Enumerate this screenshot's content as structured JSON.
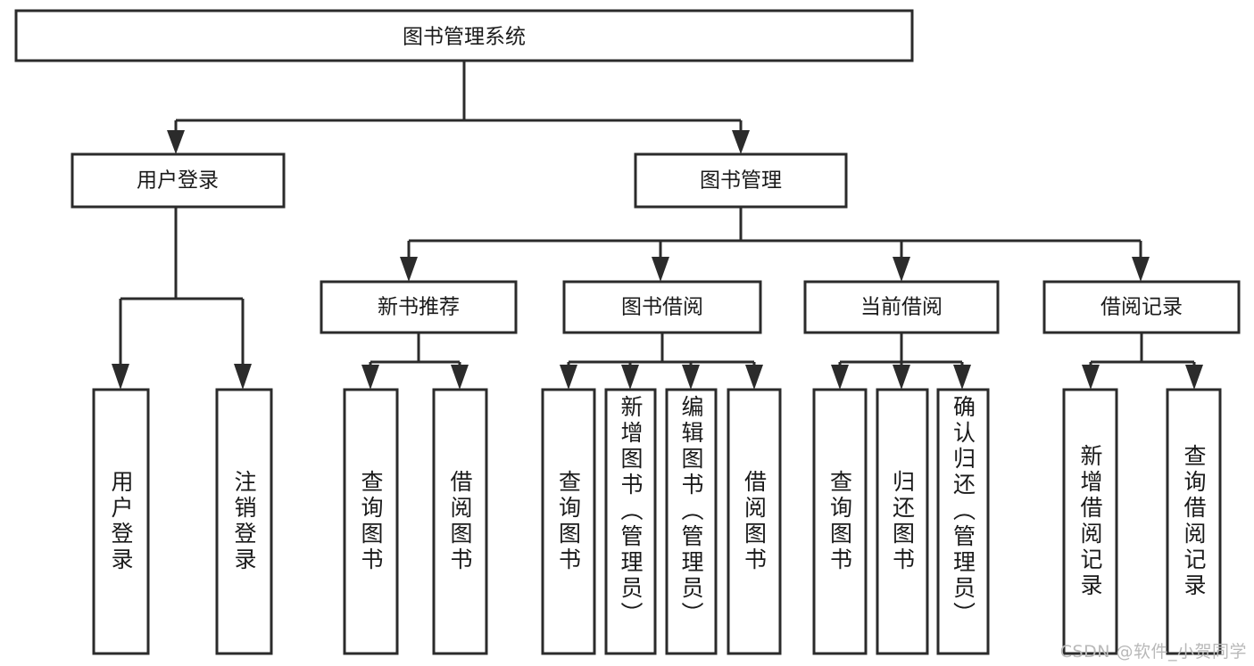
{
  "diagram": {
    "type": "hierarchy-tree",
    "title": "图书管理系统",
    "watermark": "CSDN @软件_小贺同学",
    "colors": {
      "stroke": "#2b2b2b",
      "fill": "#ffffff",
      "text": "#1a1a1a",
      "watermark": "#b9b9b9",
      "background": "#ffffff"
    },
    "levels": {
      "root": "图书管理系统",
      "level2": [
        "用户登录",
        "图书管理"
      ],
      "level3": [
        "新书推荐",
        "图书借阅",
        "当前借阅",
        "借阅记录"
      ]
    },
    "nodes": {
      "root": {
        "label": "图书管理系统",
        "orientation": "horizontal"
      },
      "user_login": {
        "label": "用户登录",
        "orientation": "horizontal"
      },
      "book_manage": {
        "label": "图书管理",
        "orientation": "horizontal"
      },
      "new_book_rec": {
        "label": "新书推荐",
        "orientation": "horizontal"
      },
      "book_borrow": {
        "label": "图书借阅",
        "orientation": "horizontal"
      },
      "current_borrow": {
        "label": "当前借阅",
        "orientation": "horizontal"
      },
      "borrow_record": {
        "label": "借阅记录",
        "orientation": "horizontal"
      },
      "leaf_user_login": {
        "label": "用户登录",
        "orientation": "vertical"
      },
      "leaf_logout": {
        "label": "注销登录",
        "orientation": "vertical"
      },
      "leaf_query_book_1": {
        "label": "查询图书",
        "orientation": "vertical"
      },
      "leaf_borrow_book_1": {
        "label": "借阅图书",
        "orientation": "vertical"
      },
      "leaf_query_book_2": {
        "label": "查询图书",
        "orientation": "vertical"
      },
      "leaf_add_book": {
        "label": "新增图书（管理员）",
        "orientation": "vertical"
      },
      "leaf_edit_book": {
        "label": "编辑图书（管理员）",
        "orientation": "vertical"
      },
      "leaf_borrow_book_2": {
        "label": "借阅图书",
        "orientation": "vertical"
      },
      "leaf_query_book_3": {
        "label": "查询图书",
        "orientation": "vertical"
      },
      "leaf_return_book": {
        "label": "归还图书",
        "orientation": "vertical"
      },
      "leaf_confirm_return": {
        "label": "确认归还（管理员）",
        "orientation": "vertical"
      },
      "leaf_add_record": {
        "label": "新增借阅记录",
        "orientation": "vertical"
      },
      "leaf_query_record": {
        "label": "查询借阅记录",
        "orientation": "vertical"
      }
    },
    "edges": [
      {
        "from": "root",
        "to": "user_login"
      },
      {
        "from": "root",
        "to": "book_manage"
      },
      {
        "from": "user_login",
        "to": "leaf_user_login"
      },
      {
        "from": "user_login",
        "to": "leaf_logout"
      },
      {
        "from": "book_manage",
        "to": "new_book_rec"
      },
      {
        "from": "book_manage",
        "to": "book_borrow"
      },
      {
        "from": "book_manage",
        "to": "current_borrow"
      },
      {
        "from": "book_manage",
        "to": "borrow_record"
      },
      {
        "from": "new_book_rec",
        "to": "leaf_query_book_1"
      },
      {
        "from": "new_book_rec",
        "to": "leaf_borrow_book_1"
      },
      {
        "from": "book_borrow",
        "to": "leaf_query_book_2"
      },
      {
        "from": "book_borrow",
        "to": "leaf_add_book"
      },
      {
        "from": "book_borrow",
        "to": "leaf_edit_book"
      },
      {
        "from": "book_borrow",
        "to": "leaf_borrow_book_2"
      },
      {
        "from": "current_borrow",
        "to": "leaf_query_book_3"
      },
      {
        "from": "current_borrow",
        "to": "leaf_return_book"
      },
      {
        "from": "current_borrow",
        "to": "leaf_confirm_return"
      },
      {
        "from": "borrow_record",
        "to": "leaf_add_record"
      },
      {
        "from": "borrow_record",
        "to": "leaf_query_record"
      }
    ]
  }
}
